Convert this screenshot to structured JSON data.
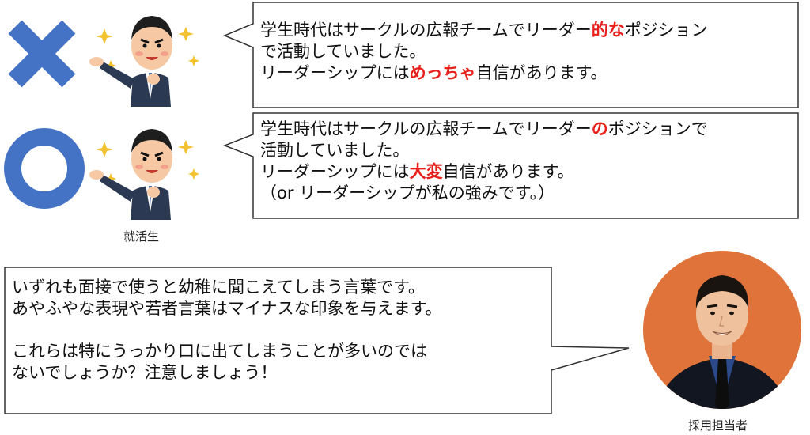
{
  "bad_example": {
    "line1_a": "学生時代はサークルの広報チームでリーダー",
    "line1_red": "的な",
    "line1_b": "ポジション",
    "line2": "で活動していました。",
    "line3_a": "リーダーシップには",
    "line3_red": "めっちゃ",
    "line3_b": "自信があります。"
  },
  "good_example": {
    "line1_a": "学生時代はサークルの広報チームでリーダー",
    "line1_red": "の",
    "line1_b": "ポジションで",
    "line2": "活動していました。",
    "line3_a": "リーダーシップには",
    "line3_red": "大変",
    "line3_b": "自信があります。",
    "line4": "（or リーダーシップが私の強みです。）"
  },
  "student_label": "就活生",
  "recruiter": {
    "line1": "いずれも面接で使うと幼稚に聞こえてしまう言葉です。",
    "line2": "あやふやな表現や若者言葉はマイナスな印象を与えます。",
    "line3": "これらは特にうっかり口に出てしまうことが多いのでは",
    "line4": "ないでしょうか？注意しましょう！"
  },
  "recruiter_label": "採用担当者",
  "colors": {
    "mark_blue": "#4472c4",
    "emphasis_red": "#e8201c",
    "recruiter_circle": "#e0733a"
  }
}
